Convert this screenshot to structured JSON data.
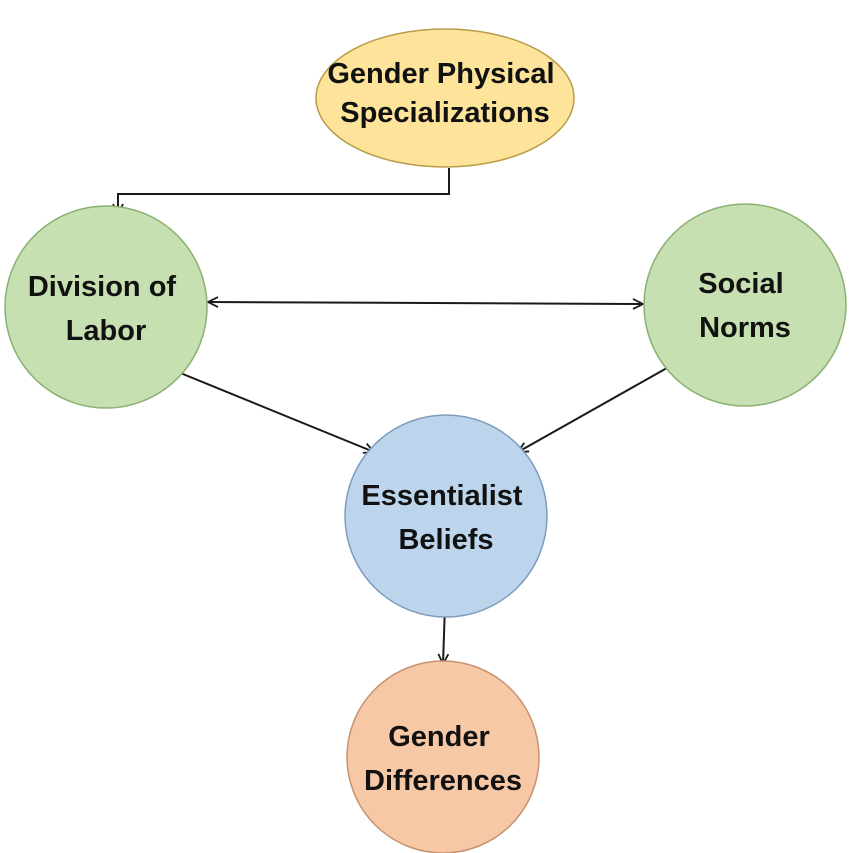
{
  "nodes": {
    "gender_physical_specializations": {
      "line1": "Gender Physical",
      "line2": "Specializations",
      "fill": "#fde49a",
      "stroke": "#b89c4a"
    },
    "division_of_labor": {
      "line1": "Division of",
      "line2": "Labor",
      "fill": "#c7e0b1",
      "stroke": "#8bb070"
    },
    "social_norms": {
      "line1": "Social",
      "line2": "Norms",
      "fill": "#c7e0b1",
      "stroke": "#8bb070"
    },
    "essentialist_beliefs": {
      "line1": "Essentialist",
      "line2": "Beliefs",
      "fill": "#bdd5ec",
      "stroke": "#7f9cbc"
    },
    "gender_differences": {
      "line1": "Gender",
      "line2": "Differences",
      "fill": "#f6c8a6",
      "stroke": "#c69270"
    }
  },
  "edges": [
    {
      "from": "gender_physical_specializations",
      "to": "division_of_labor",
      "direction": "forward"
    },
    {
      "from": "division_of_labor",
      "to": "social_norms",
      "direction": "both"
    },
    {
      "from": "division_of_labor",
      "to": "essentialist_beliefs",
      "direction": "forward"
    },
    {
      "from": "social_norms",
      "to": "essentialist_beliefs",
      "direction": "forward"
    },
    {
      "from": "essentialist_beliefs",
      "to": "gender_differences",
      "direction": "forward"
    }
  ]
}
